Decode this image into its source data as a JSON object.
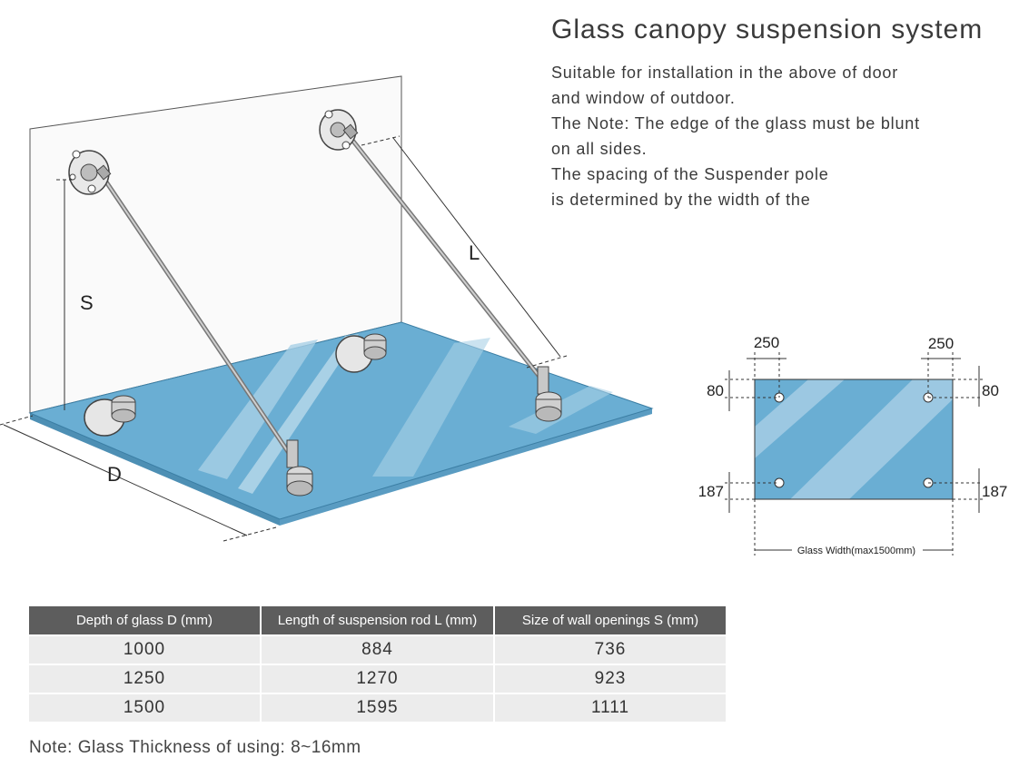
{
  "title": "Glass canopy suspension system",
  "description": [
    "Suitable for installation in the above of door",
    "and window of outdoor.",
    "The Note: The edge of the glass must be blunt",
    "on all sides.",
    "The spacing of the Suspender pole",
    "is determined by the width of the"
  ],
  "diagram_labels": {
    "s": "S",
    "l": "L",
    "d": "D"
  },
  "plan": {
    "top_left_offset": "250",
    "top_right_offset": "250",
    "left_top_offset": "80",
    "right_top_offset": "80",
    "left_bottom_offset": "187",
    "right_bottom_offset": "187",
    "width_label": "Glass Width(max1500mm)"
  },
  "table": {
    "headers": [
      "Depth of  glass  D (mm)",
      "Length of suspension rod L (mm)",
      "Size of wall openings S (mm)"
    ],
    "rows": [
      [
        "1000",
        "884",
        "736"
      ],
      [
        "1250",
        "1270",
        "923"
      ],
      [
        "1500",
        "1595",
        "1111"
      ]
    ]
  },
  "note": "Note: Glass Thickness of using: 8~16mm",
  "colors": {
    "glass": "#6aaed3",
    "glass_light": "#9cc8e2",
    "header_bg": "#5d5d5d",
    "row_bg": "#ececec"
  }
}
